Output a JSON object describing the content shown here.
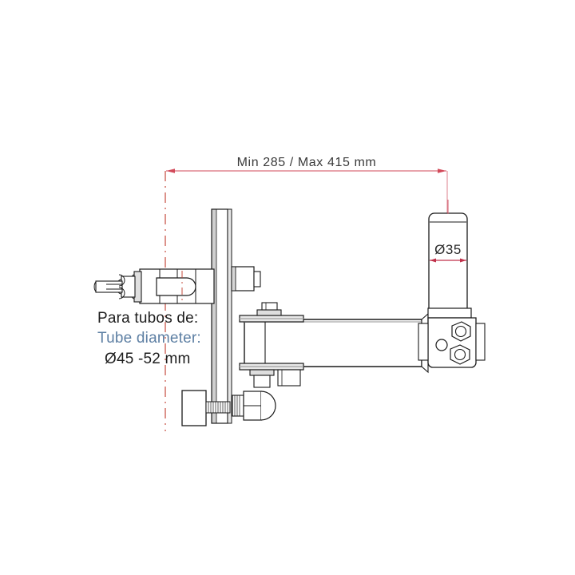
{
  "drawing": {
    "title": "Tube clamp mounting bracket assembly - side elevation",
    "background_color": "#ffffff",
    "line_color": "#1a1a1a",
    "shade_color": "#b8b8b8",
    "dimension_color": "#d24a5a",
    "centerline_color": "#c0392b"
  },
  "dimensions": {
    "extension_label": "Min 285 / Max 415 mm",
    "tube_diameter_label": "Ø35"
  },
  "notes": {
    "line_spanish": "Para tubos de:",
    "line_english": "Tube diameter:",
    "line_value": "Ø45 -52 mm",
    "spanish_color": "#1e1e1e",
    "english_color": "#5d7fa3",
    "value_color": "#1e1e1e"
  },
  "parts": {
    "vertical_plate": "vertical-mounting-plate",
    "horizontal_arm": "horizontal-extension-arm",
    "vertical_tube": "vertical-receiver-tube",
    "clamp_block": "clamp-block-with-hex-nuts",
    "locking_pin": "spring-locking-pin",
    "adjust_knob": "adjustment-knob"
  }
}
